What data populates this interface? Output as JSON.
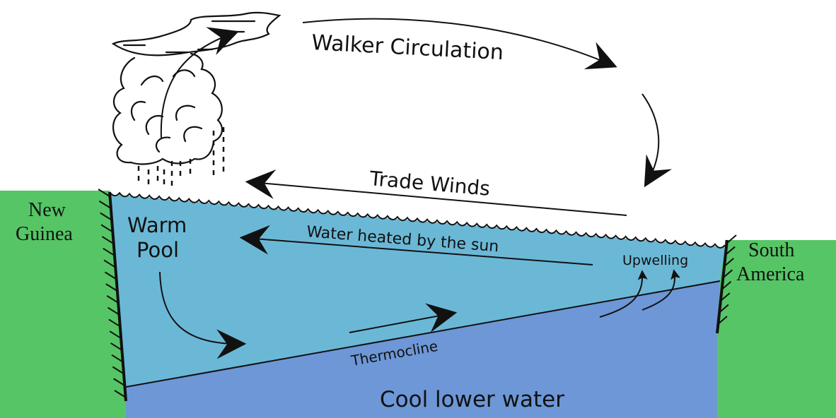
{
  "diagram": {
    "title": "Walker Circulation",
    "labels": {
      "walker_circulation": "Walker Circulation",
      "trade_winds": "Trade Winds",
      "water_heated": "Water heated by the sun",
      "warm_pool_line1": "Warm",
      "warm_pool_line2": "Pool",
      "upwelling": "Upwelling",
      "thermocline": "Thermocline",
      "cool_lower_water": "Cool lower water",
      "new_guinea_line1": "New",
      "new_guinea_line2": "Guinea",
      "south_america_line1": "South",
      "south_america_line2": "America"
    },
    "colors": {
      "land": "#56c566",
      "warm_water": "#6bb8d6",
      "cool_water": "#6d97d6",
      "ink": "#111111",
      "sky": "#ffffff"
    }
  }
}
